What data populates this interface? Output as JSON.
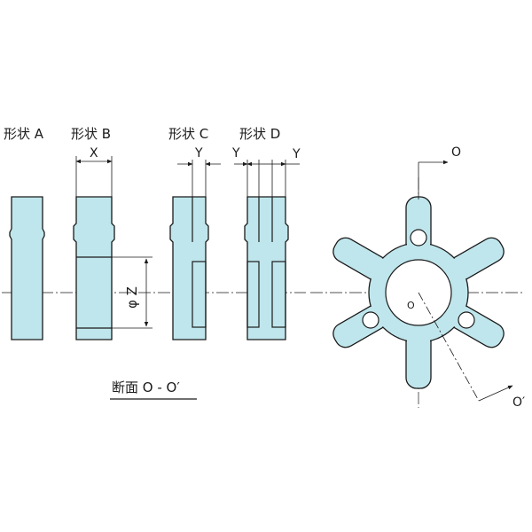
{
  "labels": {
    "shape_a": "形状 A",
    "shape_b": "形状 B",
    "shape_c": "形状 C",
    "shape_d": "形状 D",
    "dim_x": "X",
    "dim_y_c": "Y",
    "dim_y_d_left": "Y",
    "dim_y_d_right": "Y",
    "dim_phi_z": "φ Z",
    "section_title": "断面 O - O′",
    "section_o_top": "O",
    "section_o_bottom": "O′",
    "center_o": "O"
  },
  "colors": {
    "part_fill": "#bfe6ec",
    "outline": "#1a1a1a"
  }
}
